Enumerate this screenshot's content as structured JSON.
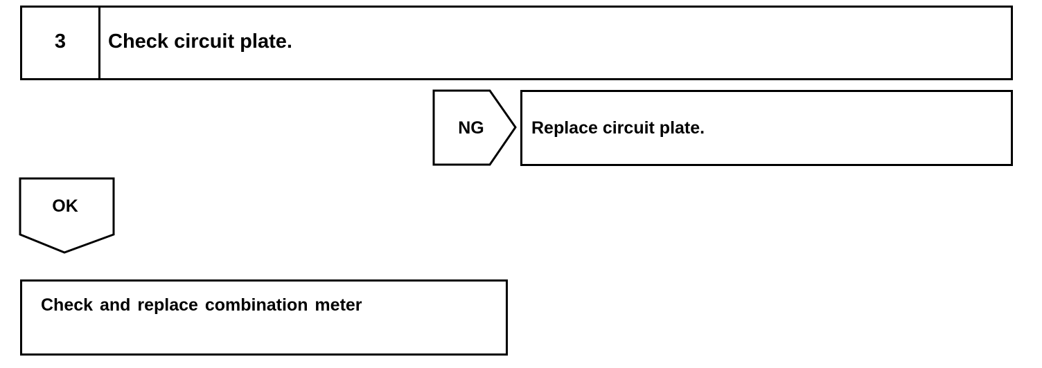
{
  "step": {
    "number": "3",
    "title": "Check circuit plate."
  },
  "ng_branch": {
    "label": "NG",
    "action": "Replace circuit plate."
  },
  "ok_branch": {
    "label": "OK",
    "action": "Check and replace combination meter"
  }
}
